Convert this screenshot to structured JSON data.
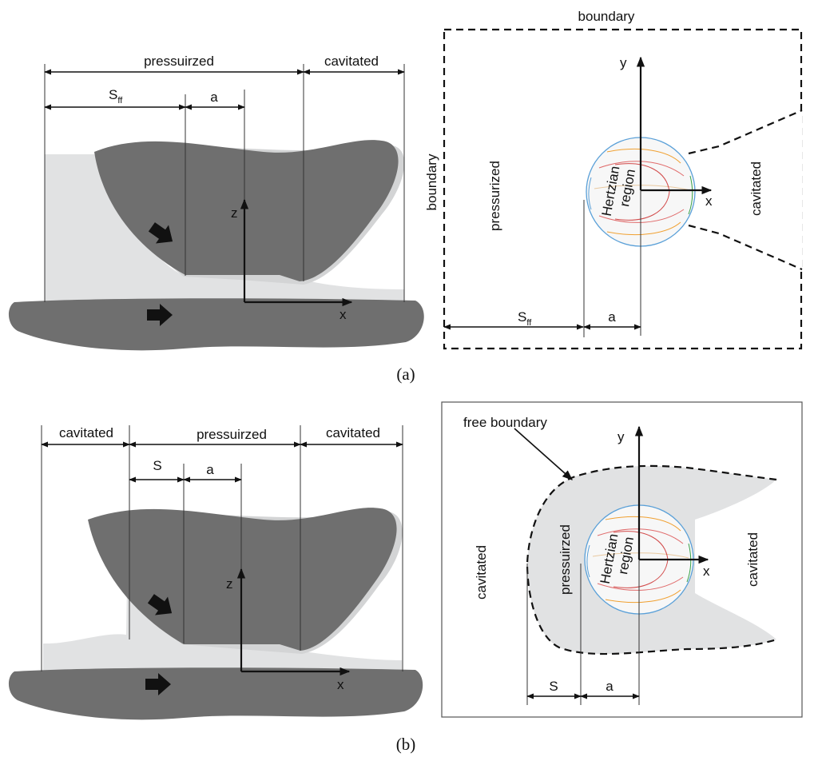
{
  "panel_a": {
    "side": {
      "label_pressurized": "pressuirzed",
      "label_cavitated": "cavitated",
      "label_s": "S",
      "label_s_sub": "ff",
      "label_a": "a",
      "axis_z": "z",
      "axis_x": "x"
    },
    "plan": {
      "label_boundary_top": "boundary",
      "label_boundary_left": "boundary",
      "label_pressurized": "pressurized",
      "label_cavitated": "cavitated",
      "label_hertzian_1": "Hertzian",
      "label_hertzian_2": "region",
      "axis_y": "y",
      "axis_x": "x",
      "label_s": "S",
      "label_s_sub": "ff",
      "label_a": "a"
    },
    "caption": "(a)"
  },
  "panel_b": {
    "side": {
      "label_cavitated_left": "cavitated",
      "label_pressurized": "pressuirzed",
      "label_cavitated_right": "cavitated",
      "label_s": "S",
      "label_a": "a",
      "axis_z": "z",
      "axis_x": "x"
    },
    "plan": {
      "label_free_boundary": "free boundary",
      "label_cavitated_left": "cavitated",
      "label_pressurized": "pressuirzed",
      "label_cavitated_right": "cavitated",
      "label_hertzian_1": "Hertzian",
      "label_hertzian_2": "region",
      "axis_y": "y",
      "axis_x": "x",
      "label_s": "S",
      "label_a": "a"
    },
    "caption": "(b)"
  },
  "colors": {
    "solid": "#6f6f6f",
    "lubricant": "#e1e2e3",
    "outline": "#111111"
  },
  "icons": {
    "motion_arrow": "arrow-right-icon",
    "motion_arrow_diag": "arrow-down-right-icon"
  }
}
